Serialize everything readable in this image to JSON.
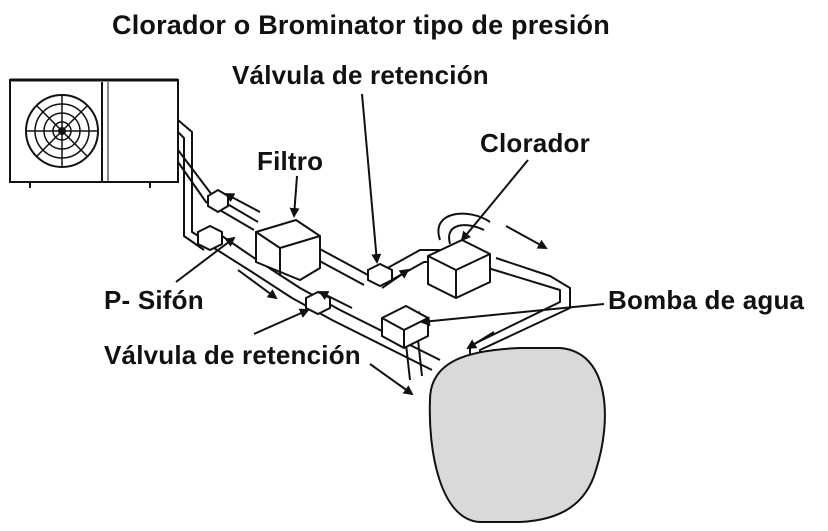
{
  "diagram": {
    "title": "Clorador o Brominator tipo de presión",
    "labels": {
      "valve_top": "Válvula de retención",
      "chlorinator": "Clorador",
      "filter": "Filtro",
      "p_trap": "P- Sifón",
      "water_pump": "Bomba de agua",
      "valve_bottom": "Válvula de retención"
    },
    "components": {
      "heat_pump_icon": "fan-grille-icon",
      "pool_icon": "pool-tank-icon"
    },
    "colors": {
      "line": "#111111",
      "pool_fill": "#d9d9d9",
      "background": "#ffffff"
    }
  }
}
